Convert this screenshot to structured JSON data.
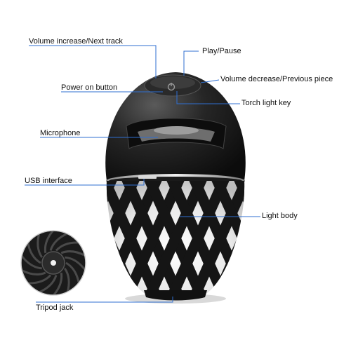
{
  "colors": {
    "leader_line": "#2f6fd1",
    "speaker_body": "#1c1c1c",
    "speaker_highlight": "#4a4a4a",
    "silver_ring": "#c8c8c8",
    "flame_glow": "#f3f3f3",
    "background": "#ffffff"
  },
  "callouts": [
    {
      "id": "volume-increase",
      "text": "Volume increase/Next track"
    },
    {
      "id": "play-pause",
      "text": "Play/Pause"
    },
    {
      "id": "volume-decrease",
      "text": "Volume decrease/Previous piece"
    },
    {
      "id": "power-on",
      "text": "Power on button"
    },
    {
      "id": "torch-light-key",
      "text": "Torch light key"
    },
    {
      "id": "microphone",
      "text": "Microphone"
    },
    {
      "id": "usb-interface",
      "text": "USB interface"
    },
    {
      "id": "light-body",
      "text": "Light body"
    },
    {
      "id": "tripod-jack",
      "text": "Tripod jack"
    }
  ]
}
